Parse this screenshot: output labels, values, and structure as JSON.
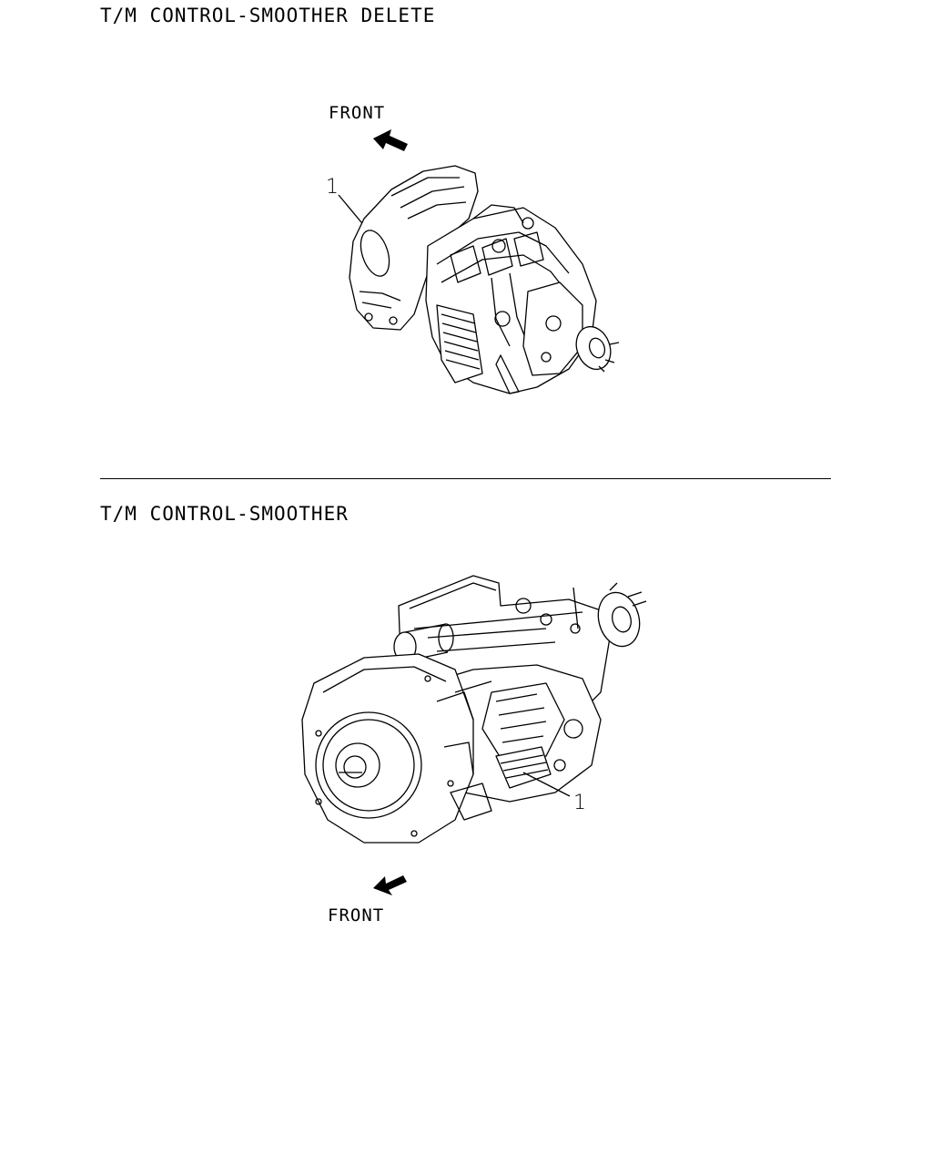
{
  "section_delete": {
    "title": "T/M CONTROL-SMOOTHER DELETE",
    "front_label": "FRONT",
    "callout": "1"
  },
  "section_smoother": {
    "title": "T/M CONTROL-SMOOTHER",
    "front_label": "FRONT",
    "callout": "1"
  }
}
